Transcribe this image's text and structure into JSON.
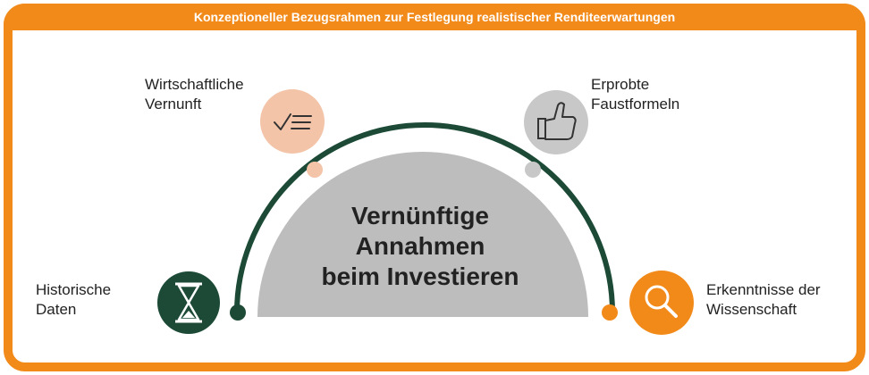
{
  "title": "Konzeptioneller Bezugsrahmen zur Festlegung realistischer Renditeerwartungen",
  "center": "Vernünftige\nAnnahmen\nbeim Investieren",
  "items": [
    {
      "label": "Historische\nDaten",
      "icon": "hourglass-icon",
      "color": "#1c4a36"
    },
    {
      "label": "Wirtschaftliche\nVernunft",
      "icon": "checklist-icon",
      "color": "#f3c4a8"
    },
    {
      "label": "Erprobte\nFaustformeln",
      "icon": "thumbs-up-icon",
      "color": "#c8c8c8"
    },
    {
      "label": "Erkenntnisse der\nWissenschaft",
      "icon": "magnifier-icon",
      "color": "#f28a1a"
    }
  ],
  "colors": {
    "frame": "#f28a1a",
    "arc": "#1c4a36",
    "dome": "#bdbdbd"
  }
}
